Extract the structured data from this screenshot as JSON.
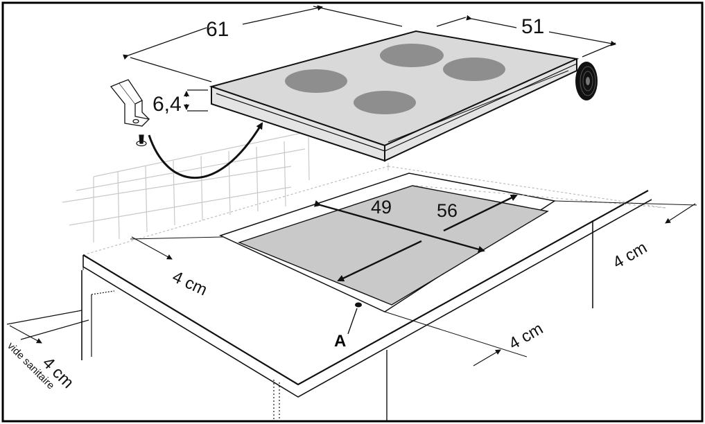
{
  "diagram": {
    "appliance_dims": {
      "width": "61",
      "depth": "51",
      "height": "6,4"
    },
    "cutout_dims": {
      "width": "56",
      "depth": "49"
    },
    "clearance_right": "4 cm",
    "clearance_front": "4 cm",
    "clearance_side_left": "4 cm",
    "clearance_under": "4 cm",
    "under_label": "vide sanitaire",
    "marker": "A"
  },
  "colors": {
    "line": "#111111",
    "hob_top": "#d9d9d9",
    "burner": "#8e8e8e",
    "cutout": "#c9c9c9",
    "wall_grid": "#c8c8c8",
    "frame": "#000000"
  }
}
